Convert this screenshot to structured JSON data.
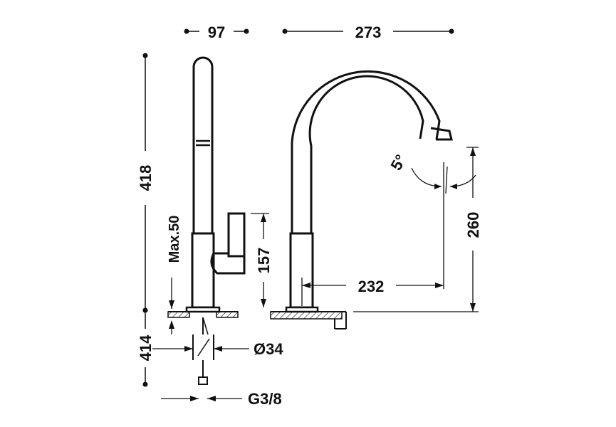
{
  "dimensions": {
    "width_lever": "97",
    "reach": "273",
    "height_total": "418",
    "max_counter": "Max.50",
    "lever_height": "157",
    "spout_height": "260",
    "spout_reach": "232",
    "angle": "5°",
    "below_counter": "414",
    "hole_diameter": "Ø34",
    "thread": "G3/8"
  },
  "colors": {
    "ink": "#111111",
    "background": "#ffffff"
  }
}
